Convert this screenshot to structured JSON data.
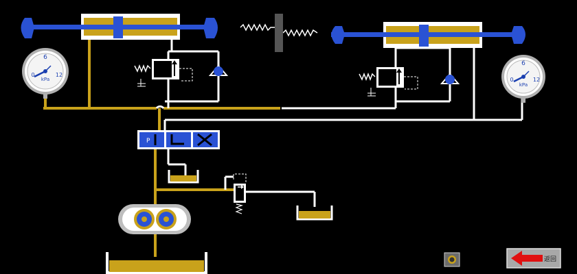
{
  "gauges": {
    "left": {
      "tick_top": "6",
      "tick_left": "0",
      "tick_right": "12",
      "unit": "kPa"
    },
    "right": {
      "tick_top": "6",
      "tick_left": "0",
      "tick_right": "12",
      "unit": "kPa"
    }
  },
  "valve": {
    "port_label": "P"
  },
  "back_button": {
    "label": "返回"
  },
  "colors": {
    "pressure_line": "#c9a21b",
    "return_line": "#ffffff",
    "piston_rod": "#2a52d4",
    "oil": "#c9a21b",
    "background": "#000000"
  },
  "icons": {
    "camera": "camera-icon",
    "back": "back-arrow-icon"
  }
}
